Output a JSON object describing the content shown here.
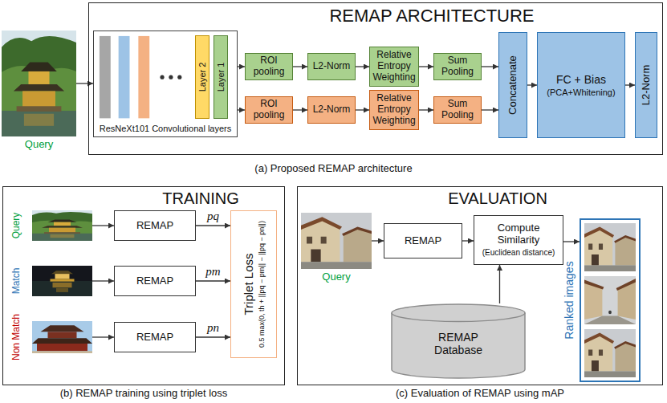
{
  "diagram": {
    "nodes": [
      {
        "text": [
          "Query"
        ]
      },
      {
        "text": [
          "REMAP ARCHITECTURE"
        ]
      },
      {
        "text": [
          "ResNeXt101 Convolutional layers"
        ],
        "in": 1
      },
      {
        "text": [
          "Layer 2"
        ],
        "in": 2
      },
      {
        "text": [
          "Layer 1"
        ],
        "in": 2
      },
      {
        "text": [
          "ROI pooling"
        ],
        "in": 1
      },
      {
        "text": [
          "L2-Norm"
        ],
        "in": 1
      },
      {
        "text": [
          "Relative Entropy Weighting"
        ],
        "in": 1
      },
      {
        "text": [
          "Sum Pooling"
        ],
        "in": 1
      },
      {
        "text": [
          "ROI pooling"
        ],
        "in": 1
      },
      {
        "text": [
          "L2-Norm"
        ],
        "in": 1
      },
      {
        "text": [
          "Relative Entropy Weighting"
        ],
        "in": 1
      },
      {
        "text": [
          "Sum Pooling"
        ],
        "in": 1
      },
      {
        "text": [
          "Concatenate"
        ],
        "in": 1
      },
      {
        "text": [
          "FC + Bias",
          "(PCA+Whitening)"
        ],
        "in": 1
      },
      {
        "text": [
          "L2-Norm"
        ],
        "in": 1
      },
      {
        "text": [
          "TRAINING"
        ]
      },
      {
        "text": [
          "Query"
        ],
        "in": 16
      },
      {
        "text": [
          "Match"
        ],
        "in": 16
      },
      {
        "text": [
          "Non Match"
        ],
        "in": 16
      },
      {
        "text": [
          "REMAP"
        ],
        "in": 16
      },
      {
        "text": [
          "REMAP"
        ],
        "in": 16
      },
      {
        "text": [
          "REMAP"
        ],
        "in": 16
      },
      {
        "text": [
          "Triplet Loss",
          "0.5 max(0, th + ||pq − pm|| − ||pq − pn||)"
        ],
        "in": 16
      },
      {
        "text": [
          "EVALUATION"
        ]
      },
      {
        "text": [
          "Query"
        ],
        "in": 24
      },
      {
        "text": [
          "REMAP"
        ],
        "in": 24
      },
      {
        "text": [
          "Compute Similarity",
          "(Euclidean distance)"
        ],
        "in": 24
      },
      {
        "text": [
          "REMAP Database"
        ],
        "in": 24
      },
      {
        "text": [
          "Ranked images"
        ],
        "in": 24
      }
    ],
    "edges": [
      {
        "from": 0,
        "to": 2,
        "arrow": "to"
      },
      {
        "from": 2,
        "to": 5,
        "arrow": "to"
      },
      {
        "from": 2,
        "to": 9,
        "arrow": "to"
      },
      {
        "from": 5,
        "to": 6,
        "arrow": "to"
      },
      {
        "from": 6,
        "to": 7,
        "arrow": "to"
      },
      {
        "from": 7,
        "to": 8,
        "arrow": "to"
      },
      {
        "from": 8,
        "to": 13,
        "arrow": "to"
      },
      {
        "from": 9,
        "to": 10,
        "arrow": "to"
      },
      {
        "from": 10,
        "to": 11,
        "arrow": "to"
      },
      {
        "from": 11,
        "to": 12,
        "arrow": "to"
      },
      {
        "from": 12,
        "to": 13,
        "arrow": "to"
      },
      {
        "from": 13,
        "to": 14,
        "arrow": "to"
      },
      {
        "from": 14,
        "to": 15,
        "arrow": "to"
      },
      {
        "from": 17,
        "to": 20,
        "arrow": "to"
      },
      {
        "from": 18,
        "to": 21,
        "arrow": "to"
      },
      {
        "from": 19,
        "to": 22,
        "arrow": "to"
      },
      {
        "from": 20,
        "to": 23,
        "label": "pq",
        "arrow": "to"
      },
      {
        "from": 21,
        "to": 23,
        "label": "pm",
        "arrow": "to"
      },
      {
        "from": 22,
        "to": 23,
        "label": "pn",
        "arrow": "to"
      },
      {
        "from": 25,
        "to": 26,
        "arrow": "to"
      },
      {
        "from": 26,
        "to": 27,
        "arrow": "to"
      },
      {
        "from": 28,
        "to": 27,
        "arrow": "to"
      },
      {
        "from": 27,
        "to": 29,
        "arrow": "to"
      }
    ],
    "labels": [
      "(a) Proposed REMAP architecture",
      "(b) REMAP training using triplet loss",
      "(c) Evaluation of REMAP using mAP"
    ]
  }
}
